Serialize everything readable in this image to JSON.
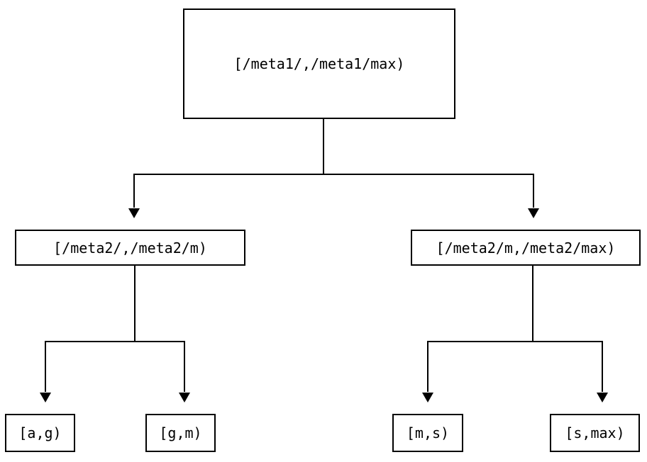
{
  "diagram": {
    "type": "interval-partition-tree",
    "orientation": "top-down",
    "background_color": "#ffffff",
    "line_color": "#000000",
    "text_color": "#000000",
    "nodes": {
      "root": {
        "label": "[/meta1/,/meta1/max)",
        "level": 0
      },
      "level1": [
        {
          "label": "[/meta2/,/meta2/m)",
          "level": 1
        },
        {
          "label": "[/meta2/m,/meta2/max)",
          "level": 1
        }
      ],
      "leaves": [
        {
          "label": "[a,g)",
          "level": 2
        },
        {
          "label": "[g,m)",
          "level": 2
        },
        {
          "label": "[m,s)",
          "level": 2
        },
        {
          "label": "[s,max)",
          "level": 2
        }
      ]
    },
    "edges": [
      {
        "from": "[/meta1/,/meta1/max)",
        "to": "[/meta2/,/meta2/m)",
        "arrow": "down"
      },
      {
        "from": "[/meta1/,/meta1/max)",
        "to": "[/meta2/m,/meta2/max)",
        "arrow": "down"
      },
      {
        "from": "[/meta2/,/meta2/m)",
        "to": "[a,g)",
        "arrow": "down"
      },
      {
        "from": "[/meta2/,/meta2/m)",
        "to": "[g,m)",
        "arrow": "down"
      },
      {
        "from": "[/meta2/m,/meta2/max)",
        "to": "[m,s)",
        "arrow": "down"
      },
      {
        "from": "[/meta2/m,/meta2/max)",
        "to": "[s,max)",
        "arrow": "down"
      }
    ]
  }
}
